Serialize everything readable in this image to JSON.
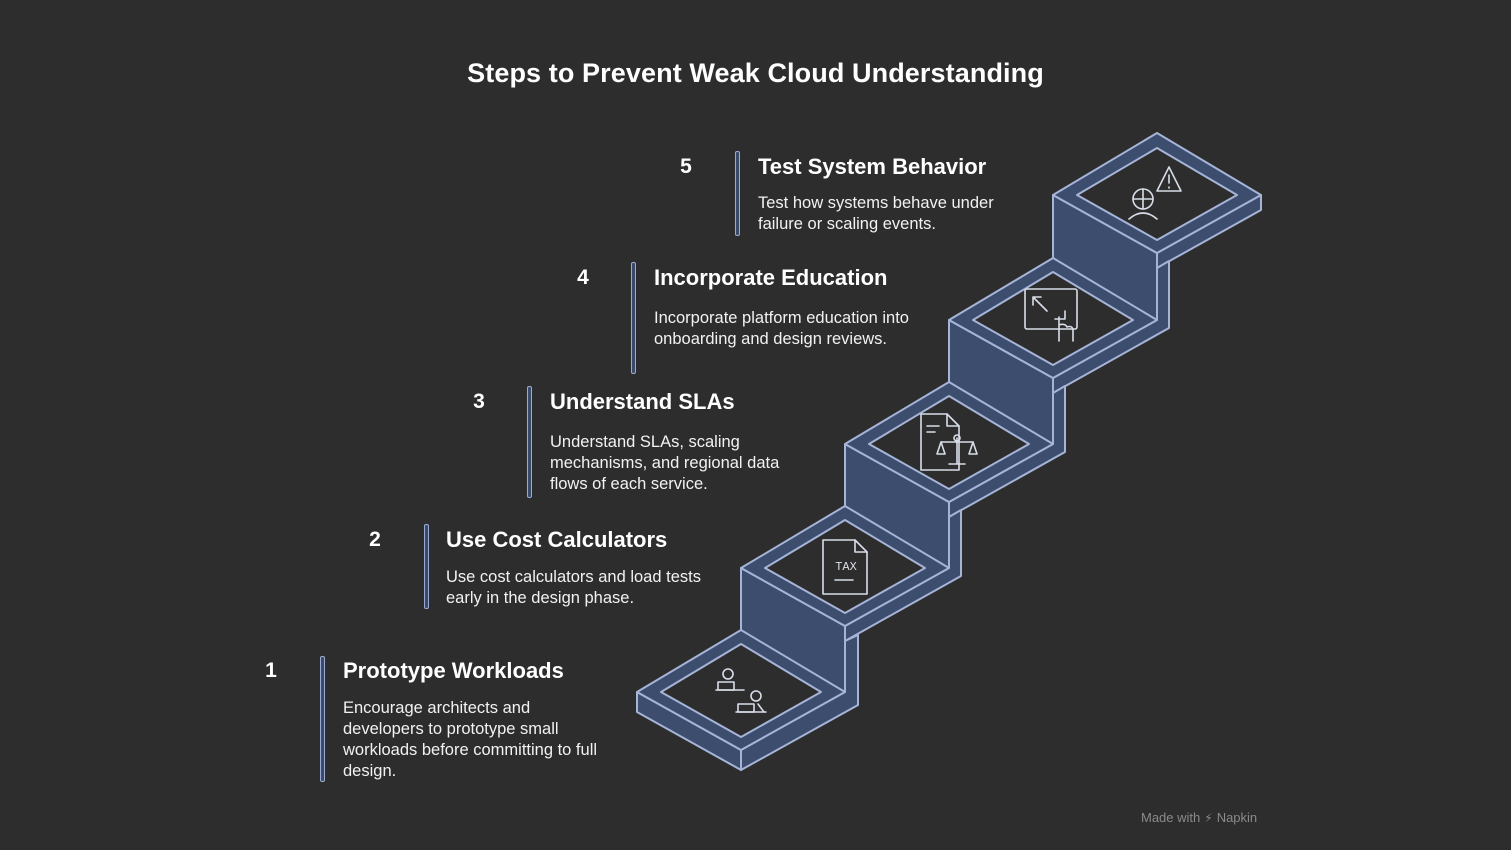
{
  "title": "Steps to Prevent Weak Cloud Understanding",
  "steps": [
    {
      "number": "1",
      "heading": "Prototype Workloads",
      "description": "Encourage architects and developers to prototype small workloads before committing to full design.",
      "icon": "people-laptops-icon"
    },
    {
      "number": "2",
      "heading": "Use Cost Calculators",
      "description": "Use cost calculators and load tests early in the design phase.",
      "icon": "tax-document-icon",
      "icon_text": "TAX"
    },
    {
      "number": "3",
      "heading": "Understand SLAs",
      "description": "Understand SLAs, scaling mechanisms, and regional data flows of each service.",
      "icon": "legal-document-scale-icon"
    },
    {
      "number": "4",
      "heading": "Incorporate Education",
      "description": "Incorporate platform education into onboarding and design reviews.",
      "icon": "touch-resize-icon"
    },
    {
      "number": "5",
      "heading": "Test System Behavior",
      "description": "Test how systems behave under failure or scaling events.",
      "icon": "person-warning-icon"
    }
  ],
  "footer": {
    "made_with": "Made with",
    "brand": "Napkin"
  },
  "colors": {
    "background": "#2d2d2d",
    "stair_face": "#3c4d6e",
    "stair_top": "#2d2d2d",
    "stair_stroke": "#a6b4d8",
    "text": "#ffffff"
  }
}
